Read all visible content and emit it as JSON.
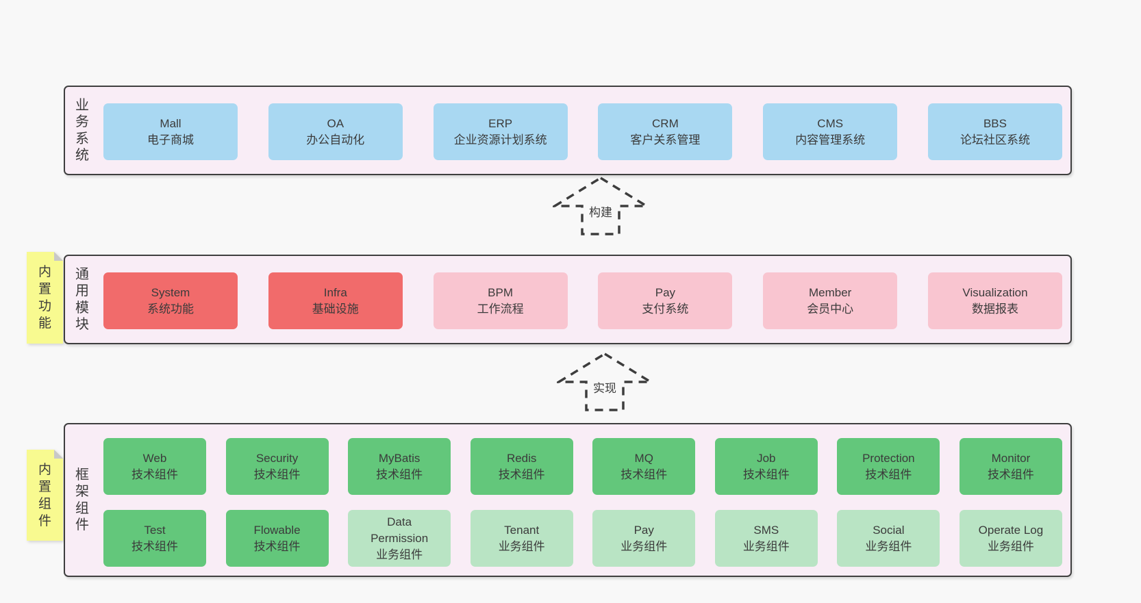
{
  "diagram": {
    "title": "",
    "colors": {
      "page_bg": "#f8f8f8",
      "band_bg": "#f9edf6",
      "band_border": "#3f3f3f",
      "blue_box": "#a9d8f2",
      "red_box": "#f16b6b",
      "pink_box": "#f9c5d0",
      "green_box": "#63c77b",
      "light_green_box": "#b9e4c4",
      "note_yellow": "#f8fa90",
      "note_fold": "#c8c8c8",
      "text": "#3b3b3b"
    },
    "bands": [
      {
        "side_label": "业务系统",
        "boxes": [
          {
            "name": "Mall",
            "desc": "电子商城"
          },
          {
            "name": "OA",
            "desc": "办公自动化"
          },
          {
            "name": "ERP",
            "desc": "企业资源计划系统"
          },
          {
            "name": "CRM",
            "desc": "客户关系管理"
          },
          {
            "name": "CMS",
            "desc": "内容管理系统"
          },
          {
            "name": "BBS",
            "desc": "论坛社区系统"
          }
        ]
      },
      {
        "side_label": "通用模块",
        "note": "内置功能",
        "boxes": [
          {
            "name": "System",
            "desc": "系统功能"
          },
          {
            "name": "Infra",
            "desc": "基础设施"
          },
          {
            "name": "BPM",
            "desc": "工作流程"
          },
          {
            "name": "Pay",
            "desc": "支付系统"
          },
          {
            "name": "Member",
            "desc": "会员中心"
          },
          {
            "name": "Visualization",
            "desc": "数据报表"
          }
        ]
      },
      {
        "side_label": "框架组件",
        "note": "内置组件",
        "rows": [
          [
            {
              "name": "Web",
              "desc": "技术组件"
            },
            {
              "name": "Security",
              "desc": "技术组件"
            },
            {
              "name": "MyBatis",
              "desc": "技术组件"
            },
            {
              "name": "Redis",
              "desc": "技术组件"
            },
            {
              "name": "MQ",
              "desc": "技术组件"
            },
            {
              "name": "Job",
              "desc": "技术组件"
            },
            {
              "name": "Protection",
              "desc": "技术组件"
            },
            {
              "name": "Monitor",
              "desc": "技术组件"
            }
          ],
          [
            {
              "name": "Test",
              "desc": "技术组件"
            },
            {
              "name": "Flowable",
              "desc": "技术组件"
            },
            {
              "name": "Data Permission",
              "desc": "业务组件"
            },
            {
              "name": "Tenant",
              "desc": "业务组件"
            },
            {
              "name": "Pay",
              "desc": "业务组件"
            },
            {
              "name": "SMS",
              "desc": "业务组件"
            },
            {
              "name": "Social",
              "desc": "业务组件"
            },
            {
              "name": "Operate Log",
              "desc": "业务组件"
            }
          ]
        ]
      }
    ],
    "arrows": [
      {
        "label": "构建"
      },
      {
        "label": "实现"
      }
    ]
  }
}
